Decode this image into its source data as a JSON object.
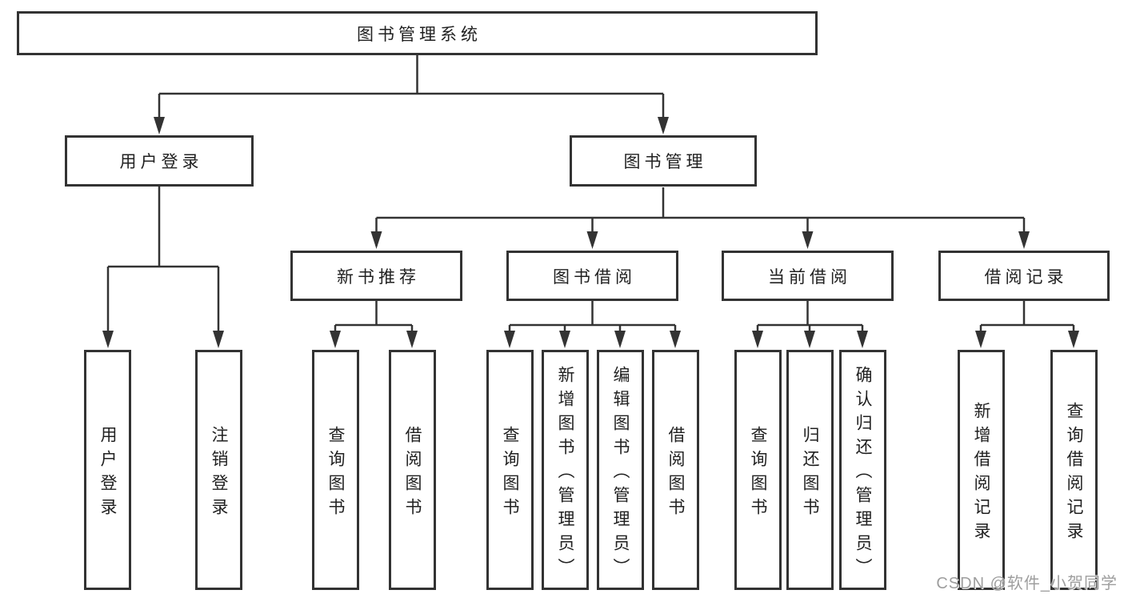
{
  "colors": {
    "line": "#333333",
    "text": "#212121",
    "box_bg": "#ffffff",
    "page_bg": "#ffffff",
    "watermark": "#9e9e9e"
  },
  "nodes": {
    "root": "图书管理系统",
    "level2": {
      "login": "用户登录",
      "mgmt": "图书管理"
    },
    "level3": {
      "newbook": "新书推荐",
      "borrow": "图书借阅",
      "current": "当前借阅",
      "records": "借阅记录"
    },
    "leaves": {
      "login": [
        "用户登录",
        "注销登录"
      ],
      "newbook": [
        "查询图书",
        "借阅图书"
      ],
      "borrow": [
        "查询图书",
        "新增图书（管理员）",
        "编辑图书（管理员）",
        "借阅图书"
      ],
      "current": [
        "查询图书",
        "归还图书",
        "确认归还（管理员）"
      ],
      "records": [
        "新增借阅记录",
        "查询借阅记录"
      ]
    }
  },
  "watermark": "CSDN @软件_小贺同学"
}
